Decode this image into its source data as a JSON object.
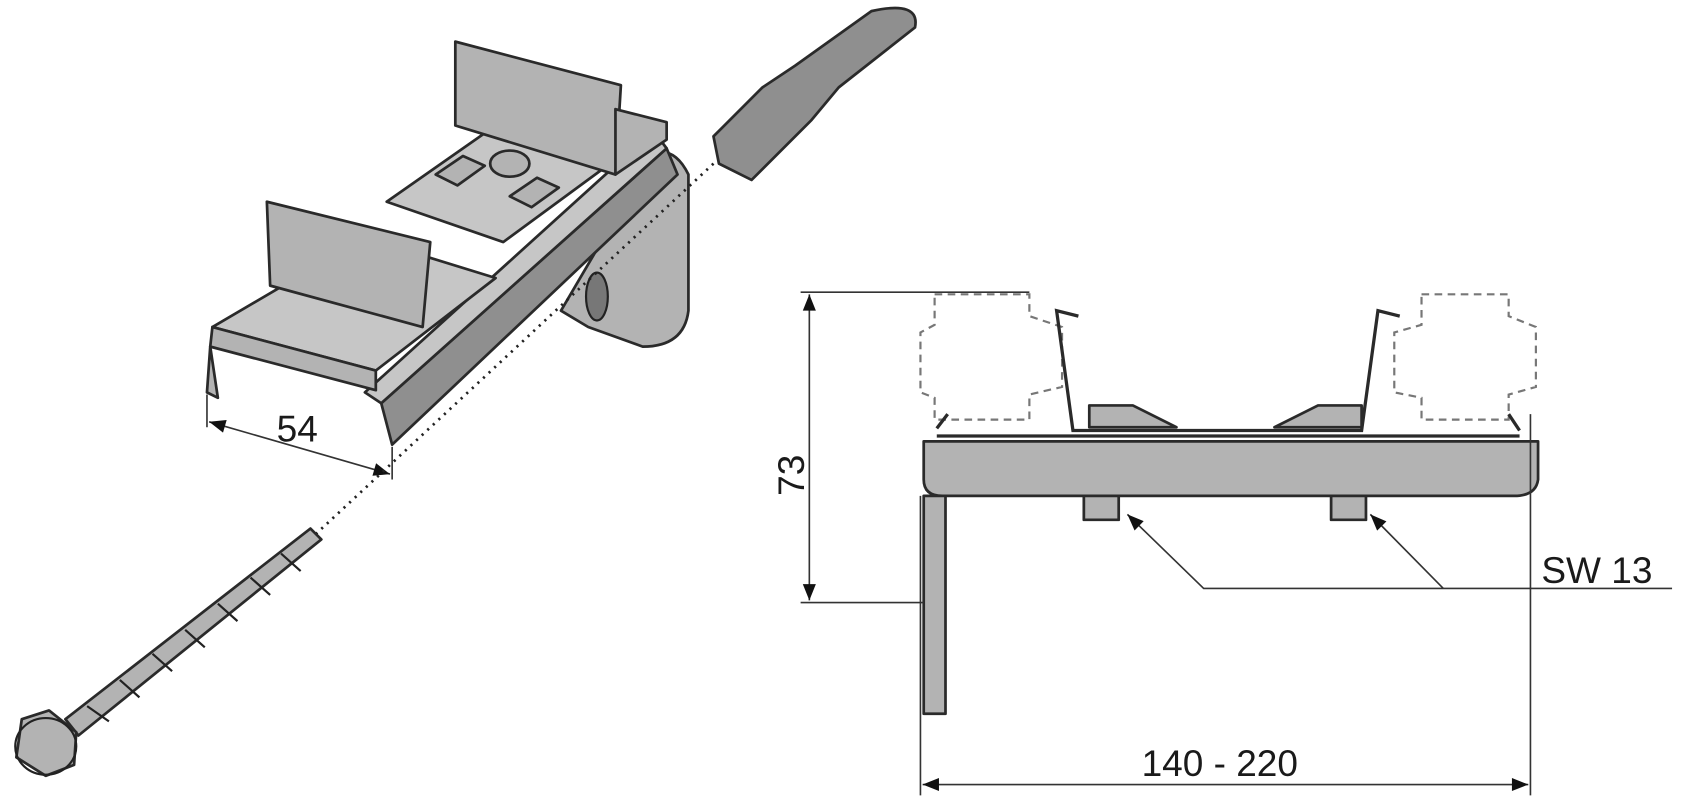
{
  "dimensions": {
    "width_label": "54",
    "height_label": "73",
    "span_label": "140 - 220",
    "wrench_label": "SW 13"
  },
  "colors": {
    "metal": "#b3b3b3",
    "outline": "#2a2a2a",
    "dimension_line": "#333333"
  }
}
